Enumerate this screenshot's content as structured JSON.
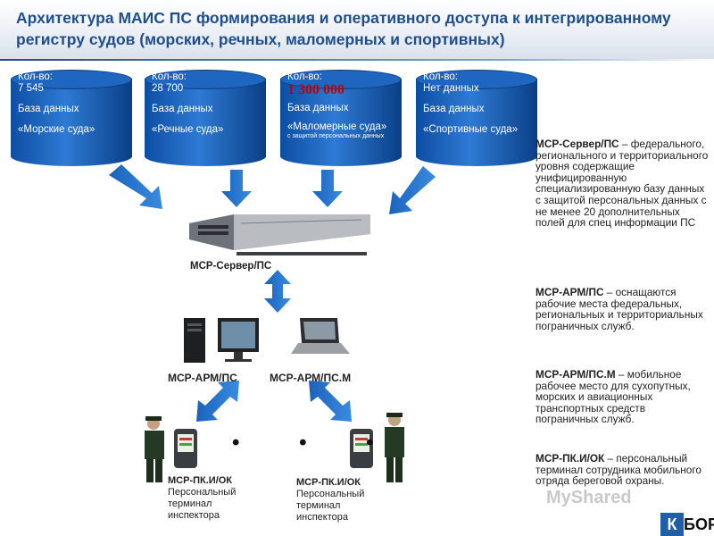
{
  "title": "Архитектура МАИС ПС формирования и оперативного доступа к интегрированному регистру судов (морских, речных, маломерных и спортивных)",
  "databases": [
    {
      "count_label": "Кол-во:",
      "count_value": "7 545",
      "name": "База данных",
      "subtitle": "«Морские суда»",
      "note": ""
    },
    {
      "count_label": "Кол-во:",
      "count_value": "28 700",
      "name": "База данных",
      "subtitle": "«Речные суда»",
      "note": ""
    },
    {
      "count_label": "Кол-во:",
      "count_value": "1 300 000",
      "name": "База данных",
      "subtitle": "«Маломерные суда»",
      "note": "с защитой персональных данных"
    },
    {
      "count_label": "Кол-во:",
      "count_value": "Нет данных",
      "name": "База данных",
      "subtitle": "«Спортивные суда»",
      "note": ""
    }
  ],
  "server_label": "МСР-Сервер/ПС",
  "workstations": {
    "fixed_label": "МСР-АРМ/ПС",
    "mobile_label": "МСР-АРМ/ПС.М"
  },
  "terminals": [
    {
      "code": "МСР-ПК.И/ОК",
      "line1": "Персональный",
      "line2": "терминал",
      "line3": "инспектора"
    },
    {
      "code": "МСР-ПК.И/ОК",
      "line1": "Персональный",
      "line2": "терминал",
      "line3": "инспектора"
    }
  ],
  "ellipsis": "• • •",
  "descriptions": [
    {
      "term": "МСР-Сервер/ПС",
      "text": " – федерального, регионального и территориального уровня содержащие унифицированную специализированную базу данных с защитой персональных данных с не менее 20 дополнительных полей для спец информации ПС"
    },
    {
      "term": "МСР-АРМ/ПС",
      "text": " – оснащаются рабочие места федеральных, региональных и территориальных пограничных служб."
    },
    {
      "term": "МСР-АРМ/ПС.М",
      "text": " – мобильное рабочее место для сухопутных, морских и авиационных транспортных средств пограничных служб."
    },
    {
      "term": "МСР-ПК.И/ОК",
      "text": " – персональный терминал сотрудника мобильного отряда береговой охраны."
    }
  ],
  "watermark": "MyShared",
  "logo": {
    "letter": "К",
    "rest": "БОР"
  },
  "colors": {
    "title": "#1f4e8c",
    "db": "#1a5fb4",
    "arrow": "#1f6fc5",
    "highlight": "#c00000"
  }
}
